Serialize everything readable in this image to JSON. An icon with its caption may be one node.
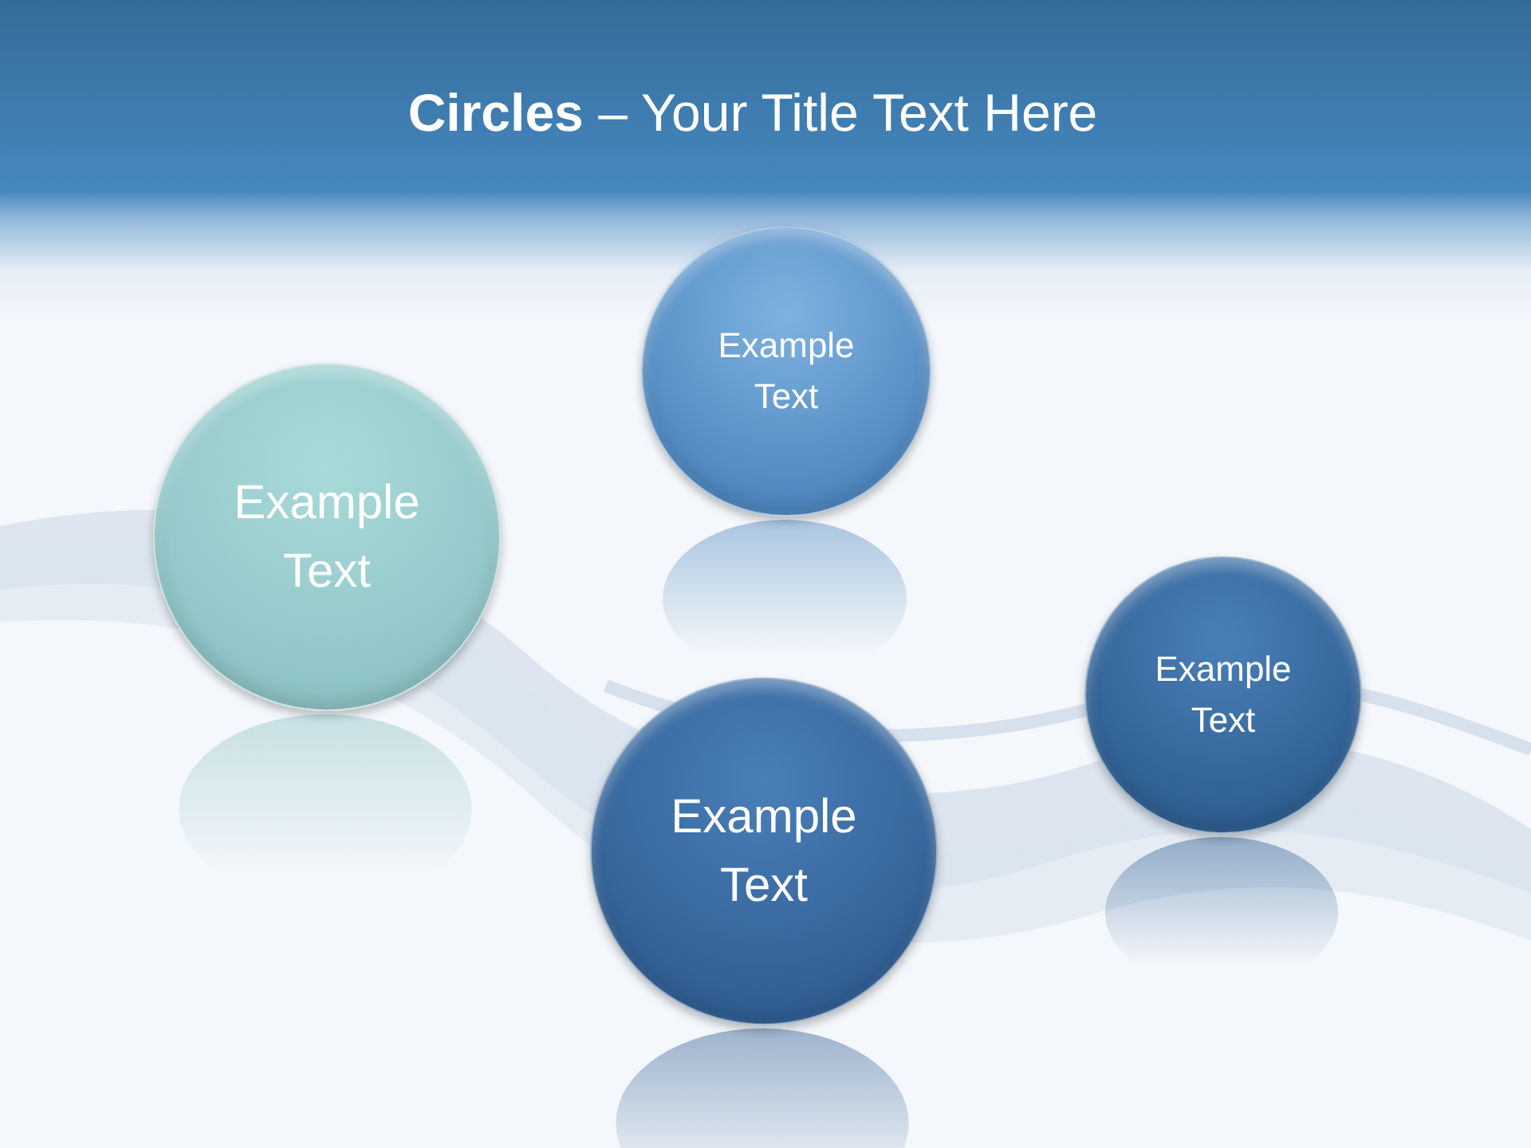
{
  "diagram": {
    "title": "**Circles** – Your Title Text Here",
    "nodes": [
      {
        "text": [
          "Example Text"
        ]
      },
      {
        "text": [
          "Example Text"
        ]
      },
      {
        "text": [
          "Example Text"
        ]
      },
      {
        "text": [
          "Example Text"
        ]
      }
    ]
  }
}
